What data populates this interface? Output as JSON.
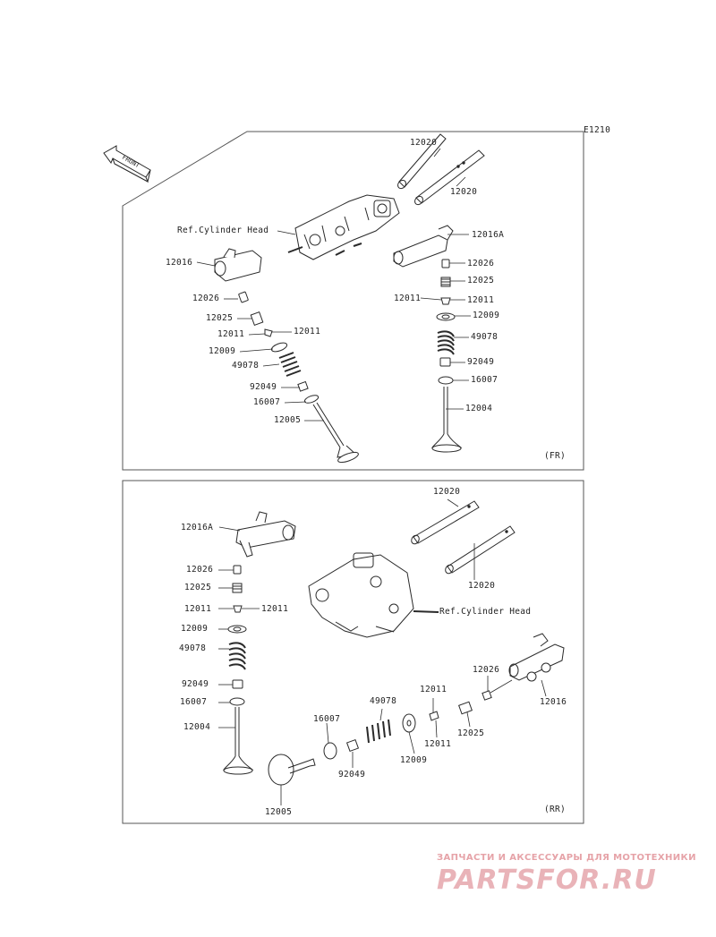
{
  "diagram": {
    "doc_code": "E1210",
    "front_label": "FRONT",
    "top_panel": {
      "section": "(FR)",
      "labels": {
        "camshaft_a": "12020",
        "camshaft_b": "12020",
        "ref_head": "Ref.Cylinder Head",
        "rocker_r": "12016A",
        "rocker_l": "12016",
        "shim_r": "12026",
        "tappet_r": "12025",
        "keeper_rl": "12011",
        "keeper_rr": "12011",
        "retainer_r": "12009",
        "spring_r": "49078",
        "seat_r": "92049",
        "seal_r": "16007",
        "valve_r": "12004",
        "shim_l": "12026",
        "tappet_l": "12025",
        "keeper_ll": "12011",
        "keeper_lr": "12011",
        "retainer_l": "12009",
        "spring_l": "49078",
        "seat_l": "92049",
        "seal_l": "16007",
        "valve_l": "12005"
      }
    },
    "bottom_panel": {
      "section": "(RR)",
      "labels": {
        "camshaft_a": "12020",
        "camshaft_b": "12020",
        "ref_head": "Ref.Cylinder Head",
        "rocker_l": "12016A",
        "shim_l": "12026",
        "tappet_l": "12025",
        "keeper_ll": "12011",
        "keeper_lr": "12011",
        "retainer_l": "12009",
        "spring_l": "49078",
        "seat_l": "92049",
        "seal_l": "16007",
        "valve_l": "12004",
        "shim_r": "12026",
        "rocker_r": "12016",
        "keeper_t": "12011",
        "keeper_b": "12011",
        "tappet_r": "12025",
        "spring_h": "49078",
        "seal_h": "16007",
        "seat_h": "92049",
        "retainer_h": "12009",
        "valve_h": "12005"
      }
    }
  },
  "watermark": {
    "tagline": "ЗАПЧАСТИ И АКСЕССУАРЫ ДЛЯ МОТОТЕХНИКИ",
    "logo": "PARTSFOR.RU",
    "color": "#e6a3a8"
  }
}
